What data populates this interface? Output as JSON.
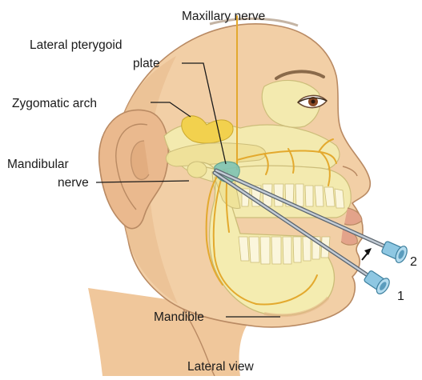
{
  "labels": {
    "maxillary_nerve": "Maxillary nerve",
    "lateral_pterygoid_line1": "Lateral pterygoid",
    "lateral_pterygoid_line2": "plate",
    "zygomatic_arch": "Zygomatic arch",
    "mandibular_nerve_line1": "Mandibular",
    "mandibular_nerve_line2": "nerve",
    "mandible": "Mandible",
    "needle_1": "1",
    "needle_2": "2"
  },
  "caption": "Lateral view",
  "colors": {
    "skin": "#f2cfa6",
    "skin_shadow": "#e3b487",
    "skin_outline": "#b98a63",
    "bone": "#f4ecb0",
    "bone_outline": "#cbbd78",
    "tooth": "#fbf6dc",
    "nerve": "#e3a92e",
    "ganglion": "#7fc4b4",
    "needle": "#9aa6b2",
    "hub": "#8ec7e2",
    "hair": "#8a6a4a",
    "iris": "#8b4a24"
  }
}
